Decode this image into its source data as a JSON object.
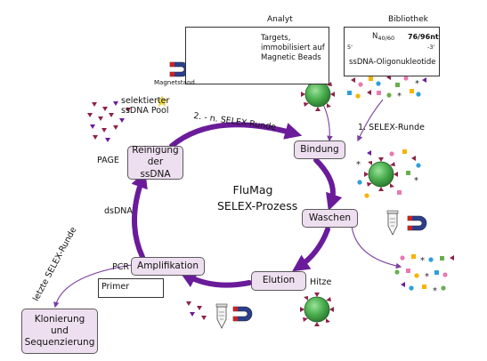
{
  "title": {
    "line1": "FluMag",
    "line2": "SELEX-Prozess"
  },
  "steps": {
    "bindung": "Bindung",
    "waschen": "Waschen",
    "elution": "Elution",
    "amplifikation": "Amplifikation",
    "reinigung_line1": "Reinigung der",
    "reinigung_line2": "ssDNA",
    "klonierung_line1": "Klonierung",
    "klonierung_line2": "und",
    "klonierung_line3": "Sequenzierung"
  },
  "analyt": {
    "header": "Analyt",
    "targets_line1": "Targets,",
    "targets_line2": "immobilisiert auf",
    "targets_line3": "Magnetic Beads",
    "target_symbol": "Y"
  },
  "bibliothek": {
    "header": "Bibliothek",
    "n_label": "N",
    "n_sub": "40/60",
    "length": "76/96nt",
    "five_prime": "5'",
    "three_prime": "-3'",
    "caption": "ssDNA-Oligonukleotide"
  },
  "labels": {
    "magnetstand": "Magnetstand",
    "selektierter_line1": "selektierter",
    "selektierter_line2": "ssDNA Pool",
    "runde_2n": "2. - n. SELEX-Runde",
    "runde_1": "1. SELEX-Runde",
    "page": "PAGE",
    "dsdna": "dsDNA",
    "pcr": "PCR",
    "primer": "Primer",
    "hitze": "Hitze",
    "letzte_runde": "letzte SELEX-Runde"
  },
  "colors": {
    "cycle_arrow": "#6a1b9a",
    "thin_arrow": "#7b3fa0",
    "step_box_fill": "#eedff0",
    "bead_green": "#4caf50",
    "target_maroon": "#8b2343",
    "primer_red": "#d9331f",
    "primer_green": "#4caf50",
    "magnet_red": "#cc2222",
    "magnet_blue": "#2b3f8f",
    "library_gradient_red": "#d9331f",
    "library_gradient_yellow": "#f4e04d",
    "library_gradient_green": "#4caf50"
  },
  "icons": [
    "magnet-icon",
    "bead-icon",
    "target-icon",
    "tube-icon",
    "star-icon",
    "oligo-icon"
  ]
}
